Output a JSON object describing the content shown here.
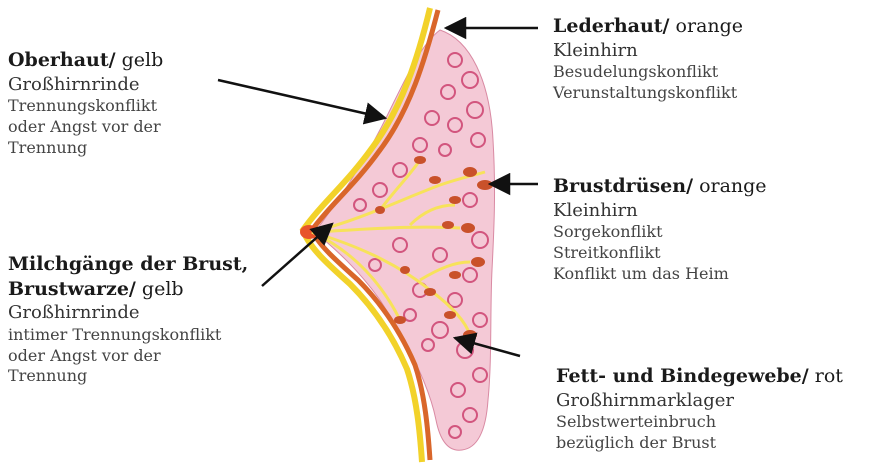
{
  "labels": {
    "oberhaut": {
      "title": "Oberhaut/",
      "color": "gelb",
      "brain": "Großhirnrinde",
      "conflict": [
        "Trennungskonflikt",
        "oder Angst vor der",
        "Trennung"
      ]
    },
    "lederhaut": {
      "title": "Lederhaut/",
      "color": "orange",
      "brain": "Kleinhirn",
      "conflict": [
        "Besudelungskonflikt",
        "Verunstaltungskonflikt"
      ]
    },
    "brustdruesen": {
      "title": "Brustdrüsen/",
      "color": "orange",
      "brain": "Kleinhirn",
      "conflict": [
        "Sorgekonflikt",
        "Streitkonflikt",
        "Konflikt um das Heim"
      ]
    },
    "milchgaenge": {
      "title1": "Milchgänge der Brust,",
      "title2": "Brustwarze/",
      "color": "gelb",
      "brain": "Großhirnrinde",
      "conflict": [
        "intimer Trennungskonflikt",
        "oder Angst vor der",
        "Trennung"
      ]
    },
    "fett": {
      "title": "Fett- und Bindegewebe/",
      "color": "rot",
      "brain": "Großhirnmarklager",
      "conflict": [
        "Selbstwerteinbruch",
        "bezüglich der Brust"
      ]
    }
  },
  "colors": {
    "skin_outer": "#f2d22a",
    "skin_inner": "#d9662a",
    "fat": "#e07a9a",
    "fat_light": "#f6c8d8",
    "gland": "#c9512a",
    "duct": "#f7e25a",
    "arrow": "#111111"
  }
}
